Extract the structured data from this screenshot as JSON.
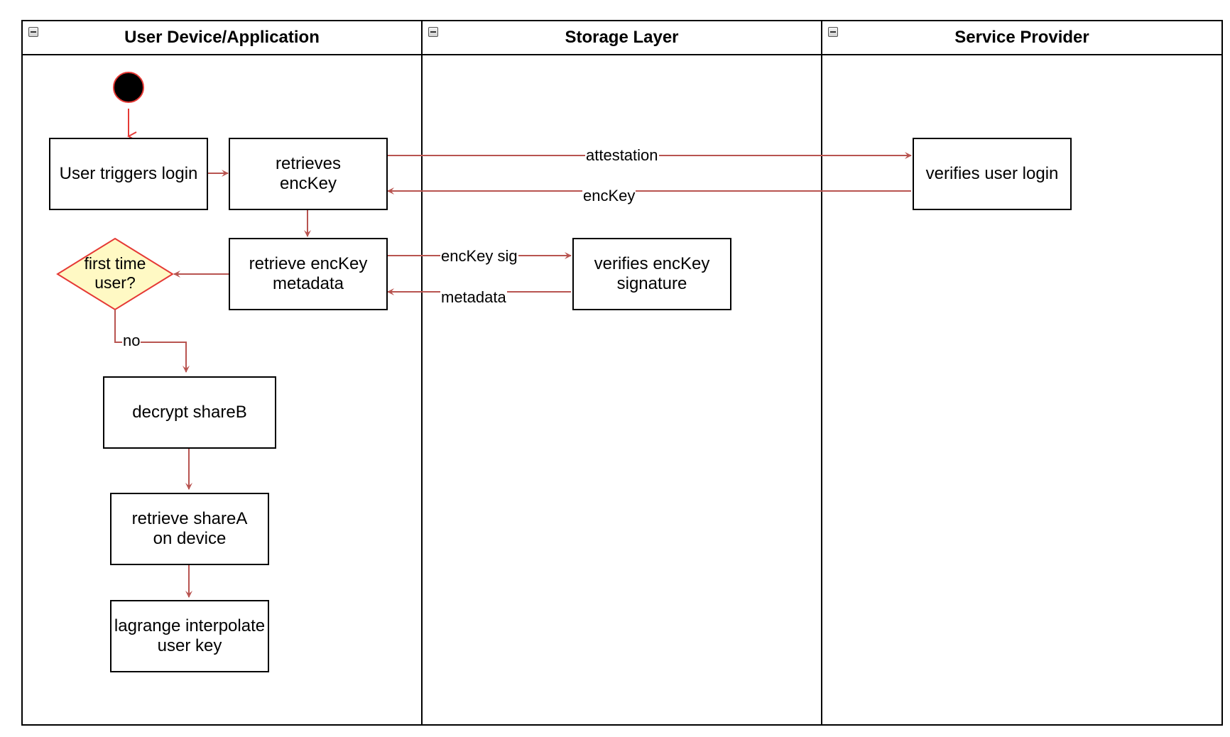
{
  "lanes": [
    {
      "id": "user",
      "title": "User Device/Application"
    },
    {
      "id": "storage",
      "title": "Storage Layer"
    },
    {
      "id": "provider",
      "title": "Service Provider"
    }
  ],
  "nodes": {
    "user_triggers_login": "User triggers login",
    "retrieves_enckey": "retrieves\nencKey",
    "retrieve_enckey_metadata": "retrieve encKey\nmetadata",
    "first_time_user": "first time\nuser?",
    "decrypt_shareb": "decrypt shareB",
    "retrieve_sharea": "retrieve shareA\non device",
    "lagrange_interpolate": "lagrange interpolate\nuser key",
    "verifies_user_login": "verifies user login",
    "verifies_enckey_signature": "verifies encKey\nsignature"
  },
  "edges": {
    "attestation": "attestation",
    "enckey": "encKey",
    "enckey_sig": "encKey sig",
    "metadata": "metadata",
    "no": "no"
  },
  "colors": {
    "arrow": "#b85450",
    "start_border": "#e53935",
    "decision_fill": "#fff9c4",
    "decision_border": "#e53935"
  }
}
